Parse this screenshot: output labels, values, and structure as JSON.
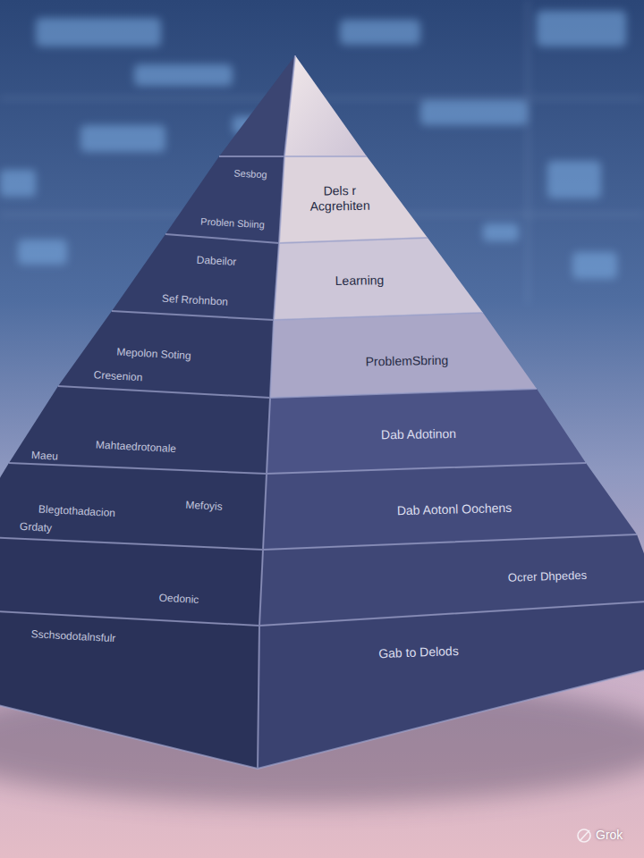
{
  "diagram": {
    "nodes": [
      {
        "text": [
          "Dels r Acgrehiten",
          "Sesbog",
          "Problen Sbiing"
        ]
      },
      {
        "text": [
          "Learning",
          "Dabeilor",
          "Sef Rrohnbon"
        ]
      },
      {
        "text": [
          "ProblemSbring",
          "Mepolon Soting",
          "Cresenion"
        ]
      },
      {
        "text": [
          "Dab Adotinon",
          "Mahtaedrotonale",
          "Maeu"
        ]
      },
      {
        "text": [
          "Dab Aotonl Oochens",
          "Mefoyis",
          "Blegtothadacion",
          "Grdaty"
        ]
      },
      {
        "text": [
          "Ocrer Dhpedes",
          "Oedonic"
        ]
      },
      {
        "text": [
          "Gab to Delods",
          "Sschsodotalnsfulr"
        ]
      }
    ],
    "labels": [
      "Grok"
    ]
  }
}
